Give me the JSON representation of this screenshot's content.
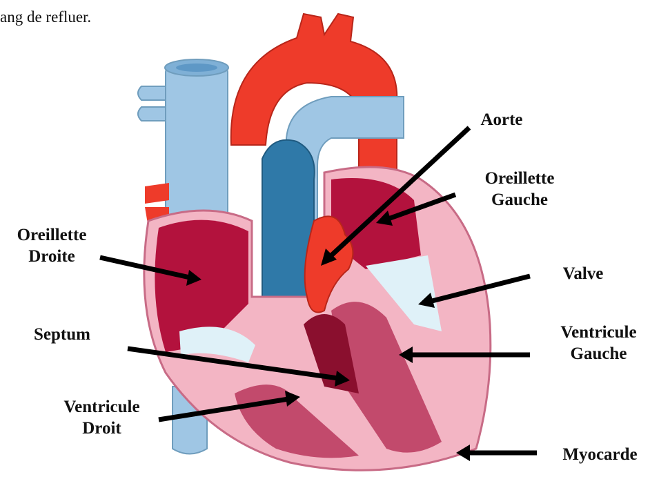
{
  "top_text": "ang de refluer.",
  "labels": {
    "aorte": "Aorte",
    "oreillette_gauche": [
      "Oreillette",
      "Gauche"
    ],
    "oreillette_droite": [
      "Oreillette",
      "Droite"
    ],
    "valve": "Valve",
    "septum": "Septum",
    "ventricule_gauche": [
      "Ventricule",
      "Gauche"
    ],
    "ventricule_droit": [
      "Ventricule",
      "Droit"
    ],
    "myocarde": "Myocarde"
  },
  "colors": {
    "aorta_red": "#ee3b2a",
    "vein_blue": "#9fc6e4",
    "vein_dark": "#2f79a8",
    "chamber": "#b3123d",
    "myocardium": "#f3b5c4",
    "valve": "#dff1f8",
    "arrow": "#000000"
  }
}
